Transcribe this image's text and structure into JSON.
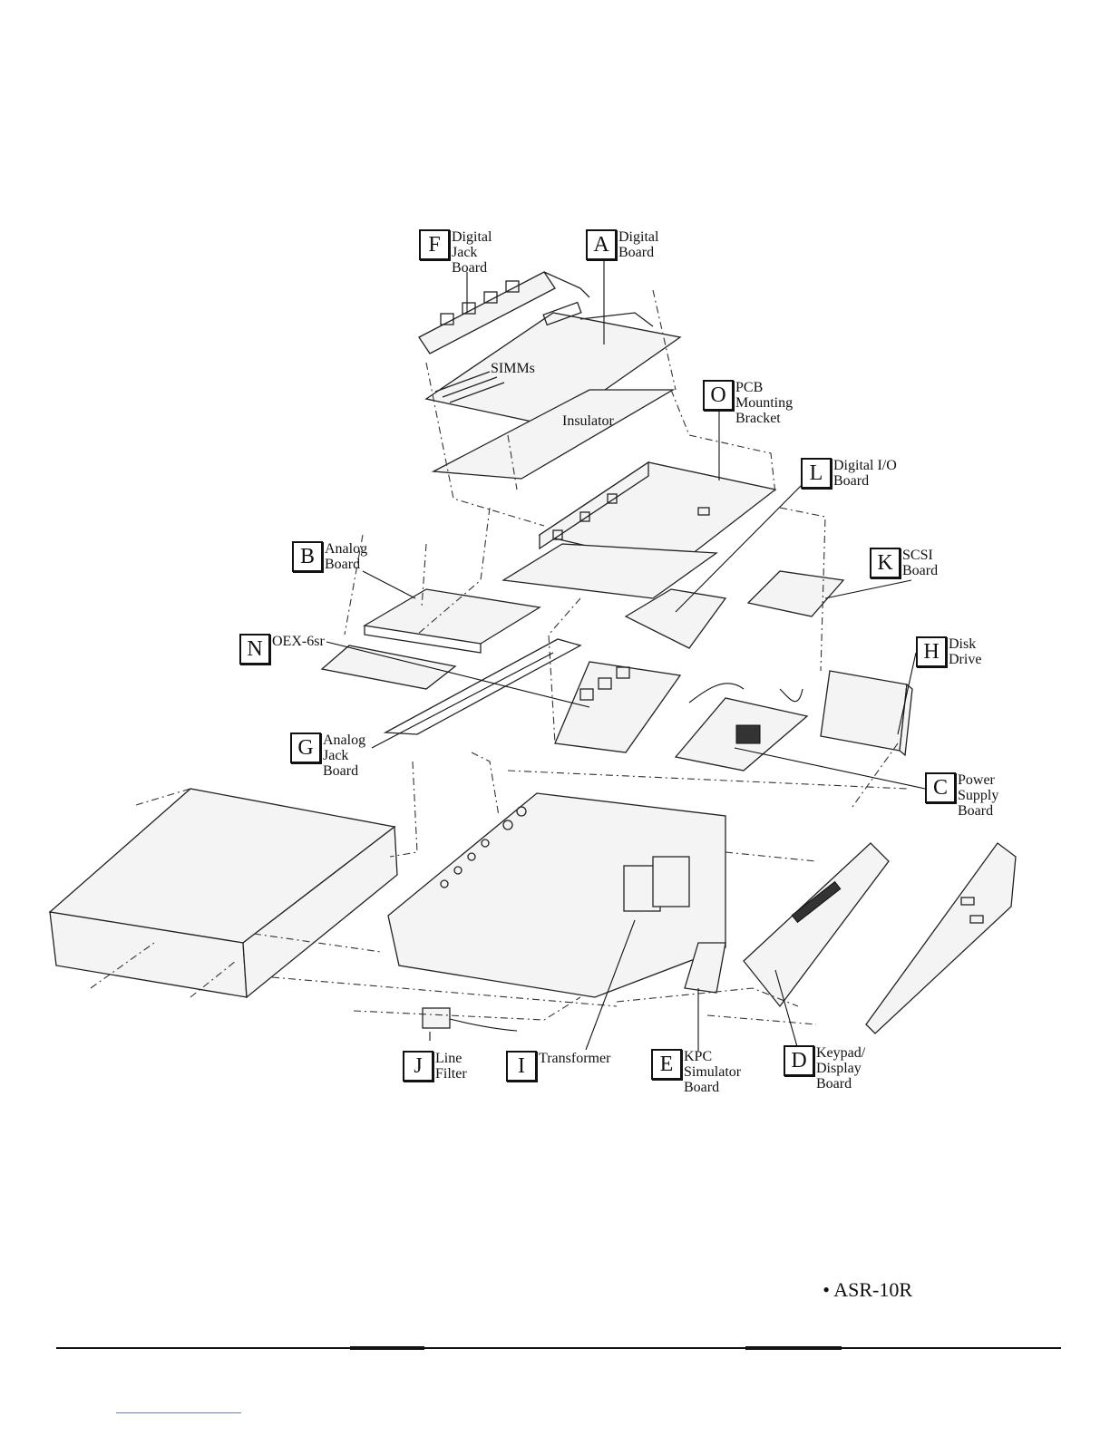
{
  "callouts": [
    {
      "id": "F",
      "label": "Digital\nJack\n  Board"
    },
    {
      "id": "A",
      "label": "Digital\nBoard"
    },
    {
      "id": "O",
      "label": "PCB\nMounting\n  Bracket"
    },
    {
      "id": "L",
      "label": "Digital I/O\nBoard"
    },
    {
      "id": "B",
      "label": "Analog\nBoard"
    },
    {
      "id": "K",
      "label": "SCSI\nBoard"
    },
    {
      "id": "N",
      "label": "OEX-6sr"
    },
    {
      "id": "H",
      "label": "Disk\nDrive"
    },
    {
      "id": "G",
      "label": "Analog\nJack\n  Board"
    },
    {
      "id": "C",
      "label": "Power\nSupply\n  Board"
    },
    {
      "id": "J",
      "label": "Line\nFilter"
    },
    {
      "id": "I",
      "label": "Transformer"
    },
    {
      "id": "E",
      "label": "KPC\nSimulator\n  Board"
    },
    {
      "id": "D",
      "label": "Keypad/\nDisplay\n  Board"
    }
  ],
  "labels": {
    "simms": "SIMMs",
    "insulator": "Insulator"
  },
  "footer": {
    "model": "• ASR-10R"
  }
}
